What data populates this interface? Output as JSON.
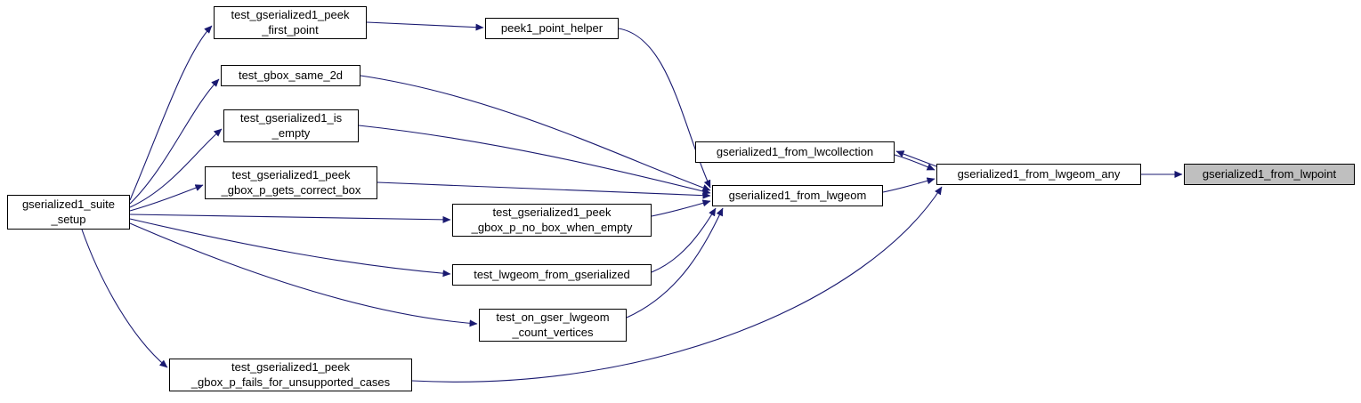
{
  "diagram": {
    "type": "call-graph",
    "edge_color": "#191970",
    "node_fill": "#ffffff",
    "node_border_color": "#000000",
    "highlight_fill": "#bfbfbf",
    "nodes": [
      {
        "id": "gserialized1_suite_setup",
        "label": "gserialized1_suite\n_setup",
        "highlighted": false
      },
      {
        "id": "test_gserialized1_peek_first_point",
        "label": "test_gserialized1_peek\n_first_point",
        "highlighted": false
      },
      {
        "id": "peek1_point_helper",
        "label": "peek1_point_helper",
        "highlighted": false
      },
      {
        "id": "test_gbox_same_2d",
        "label": "test_gbox_same_2d",
        "highlighted": false
      },
      {
        "id": "test_gserialized1_is_empty",
        "label": "test_gserialized1_is\n_empty",
        "highlighted": false
      },
      {
        "id": "test_gserialized1_peek_gbox_p_gets_correct_box",
        "label": "test_gserialized1_peek\n_gbox_p_gets_correct_box",
        "highlighted": false
      },
      {
        "id": "test_gserialized1_peek_gbox_p_no_box_when_empty",
        "label": "test_gserialized1_peek\n_gbox_p_no_box_when_empty",
        "highlighted": false
      },
      {
        "id": "test_lwgeom_from_gserialized",
        "label": "test_lwgeom_from_gserialized",
        "highlighted": false
      },
      {
        "id": "test_on_gser_lwgeom_count_vertices",
        "label": "test_on_gser_lwgeom\n_count_vertices",
        "highlighted": false
      },
      {
        "id": "test_gserialized1_peek_gbox_p_fails_for_unsupported_cases",
        "label": "test_gserialized1_peek\n_gbox_p_fails_for_unsupported_cases",
        "highlighted": false
      },
      {
        "id": "gserialized1_from_lwcollection",
        "label": "gserialized1_from_lwcollection",
        "highlighted": false
      },
      {
        "id": "gserialized1_from_lwgeom",
        "label": "gserialized1_from_lwgeom",
        "highlighted": false
      },
      {
        "id": "gserialized1_from_lwgeom_any",
        "label": "gserialized1_from_lwgeom_any",
        "highlighted": false
      },
      {
        "id": "gserialized1_from_lwpoint",
        "label": "gserialized1_from_lwpoint",
        "highlighted": true
      }
    ],
    "edges": [
      {
        "from": "gserialized1_suite_setup",
        "to": "test_gserialized1_peek_first_point"
      },
      {
        "from": "gserialized1_suite_setup",
        "to": "test_gbox_same_2d"
      },
      {
        "from": "gserialized1_suite_setup",
        "to": "test_gserialized1_is_empty"
      },
      {
        "from": "gserialized1_suite_setup",
        "to": "test_gserialized1_peek_gbox_p_gets_correct_box"
      },
      {
        "from": "gserialized1_suite_setup",
        "to": "test_gserialized1_peek_gbox_p_no_box_when_empty"
      },
      {
        "from": "gserialized1_suite_setup",
        "to": "test_lwgeom_from_gserialized"
      },
      {
        "from": "gserialized1_suite_setup",
        "to": "test_on_gser_lwgeom_count_vertices"
      },
      {
        "from": "gserialized1_suite_setup",
        "to": "test_gserialized1_peek_gbox_p_fails_for_unsupported_cases"
      },
      {
        "from": "test_gserialized1_peek_first_point",
        "to": "peek1_point_helper"
      },
      {
        "from": "peek1_point_helper",
        "to": "gserialized1_from_lwgeom"
      },
      {
        "from": "test_gbox_same_2d",
        "to": "gserialized1_from_lwgeom"
      },
      {
        "from": "test_gserialized1_is_empty",
        "to": "gserialized1_from_lwgeom"
      },
      {
        "from": "test_gserialized1_peek_gbox_p_gets_correct_box",
        "to": "gserialized1_from_lwgeom"
      },
      {
        "from": "test_gserialized1_peek_gbox_p_no_box_when_empty",
        "to": "gserialized1_from_lwgeom"
      },
      {
        "from": "test_lwgeom_from_gserialized",
        "to": "gserialized1_from_lwgeom"
      },
      {
        "from": "test_on_gser_lwgeom_count_vertices",
        "to": "gserialized1_from_lwgeom"
      },
      {
        "from": "test_gserialized1_peek_gbox_p_fails_for_unsupported_cases",
        "to": "gserialized1_from_lwgeom_any"
      },
      {
        "from": "gserialized1_from_lwcollection",
        "to": "gserialized1_from_lwgeom_any"
      },
      {
        "from": "gserialized1_from_lwgeom_any",
        "to": "gserialized1_from_lwcollection"
      },
      {
        "from": "gserialized1_from_lwgeom",
        "to": "gserialized1_from_lwgeom_any"
      },
      {
        "from": "gserialized1_from_lwgeom_any",
        "to": "gserialized1_from_lwpoint"
      }
    ]
  }
}
